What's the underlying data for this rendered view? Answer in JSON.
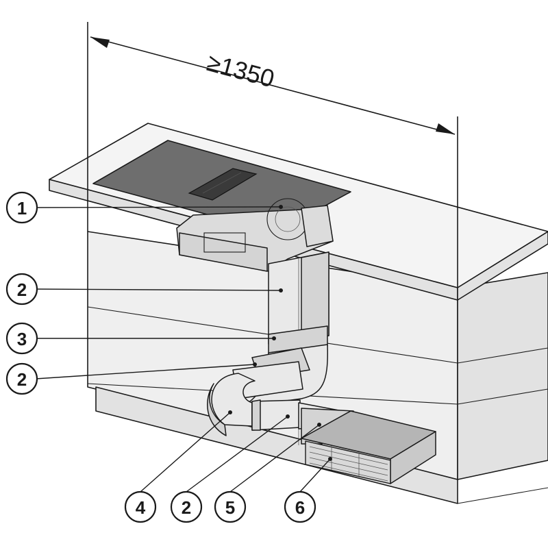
{
  "dimension": {
    "label": "≥1350"
  },
  "callouts": [
    {
      "id": "c1",
      "label": "1"
    },
    {
      "id": "c2a",
      "label": "2"
    },
    {
      "id": "c3",
      "label": "3"
    },
    {
      "id": "c2b",
      "label": "2"
    },
    {
      "id": "c4",
      "label": "4"
    },
    {
      "id": "c2c",
      "label": "2"
    },
    {
      "id": "c5",
      "label": "5"
    },
    {
      "id": "c6",
      "label": "6"
    }
  ]
}
